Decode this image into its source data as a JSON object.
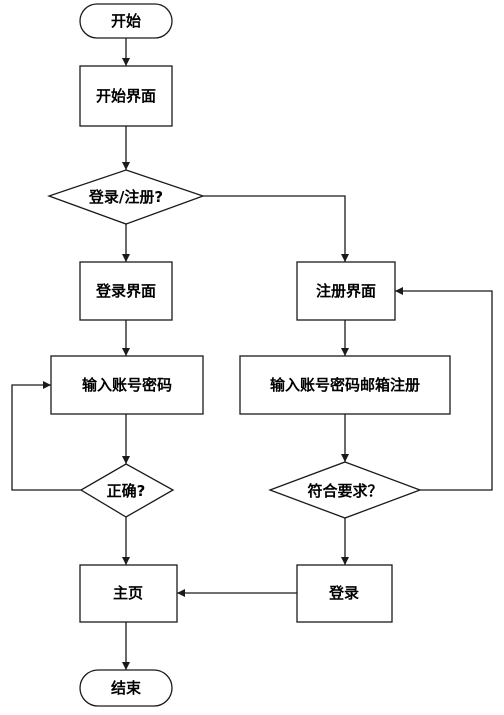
{
  "nodes": {
    "start": "开始",
    "start_screen": "开始界面",
    "login_or_register": "登录/注册?",
    "login_screen": "登录界面",
    "register_screen": "注册界面",
    "enter_credentials": "输入账号密码",
    "enter_credentials_email": "输入账号密码邮箱注册",
    "correct": "正确?",
    "meets_requirements": "符合要求？",
    "home": "主页",
    "login": "登录",
    "end": "结束"
  }
}
